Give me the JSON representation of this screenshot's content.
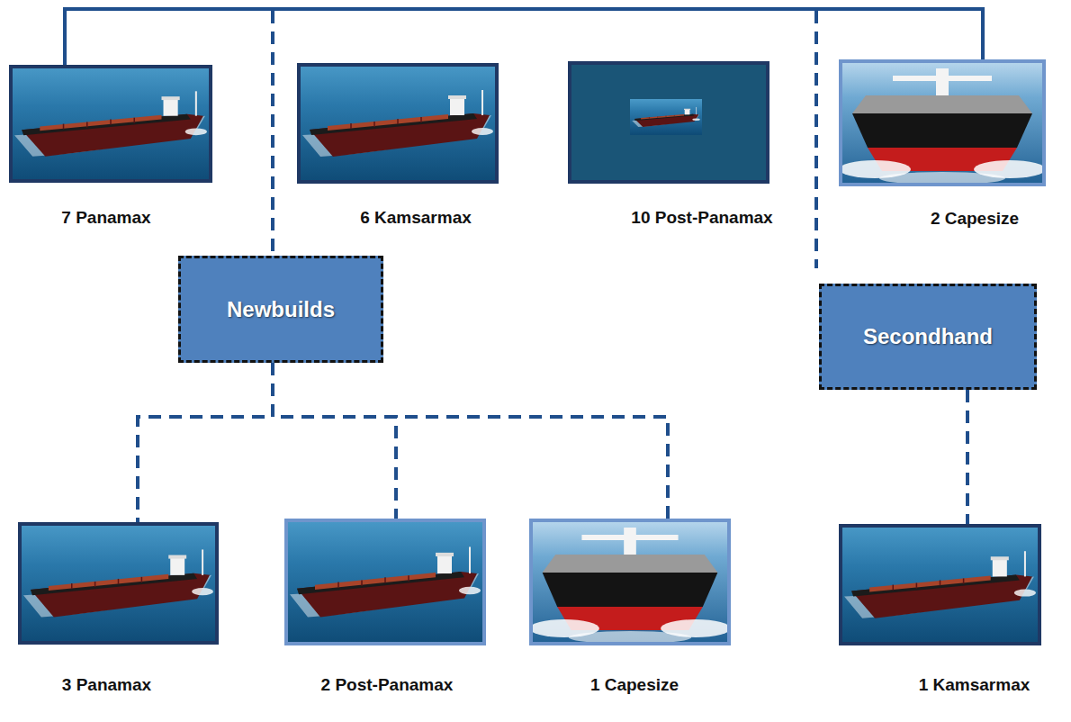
{
  "diagram": {
    "nodes": [
      {
        "text": [
          "7 Panamax"
        ]
      },
      {
        "text": [
          "6 Kamsarmax"
        ]
      },
      {
        "text": [
          "10 Post-Panamax"
        ]
      },
      {
        "text": [
          "2 Capesize"
        ]
      },
      {
        "text": [
          "Newbuilds"
        ]
      },
      {
        "text": [
          "Secondhand"
        ]
      },
      {
        "text": [
          "3 Panamax"
        ]
      },
      {
        "text": [
          "2 Post-Panamax"
        ]
      },
      {
        "text": [
          "1 Capesize"
        ]
      },
      {
        "text": [
          "1 Kamsarmax"
        ]
      }
    ],
    "edges": [
      {
        "from": 0,
        "to": 3,
        "arrow": "none"
      },
      {
        "from": 4,
        "to": 6,
        "arrow": "none"
      },
      {
        "from": 4,
        "to": 7,
        "arrow": "none"
      },
      {
        "from": 4,
        "to": 8,
        "arrow": "none"
      },
      {
        "from": 5,
        "to": 9,
        "arrow": "none"
      }
    ]
  }
}
